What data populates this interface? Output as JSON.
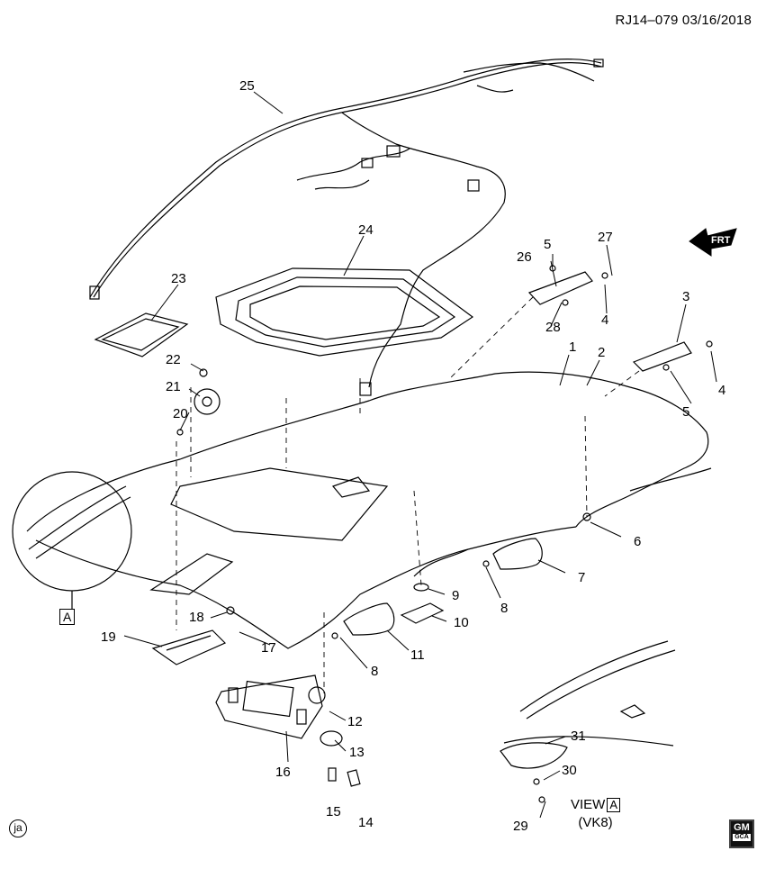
{
  "header": {
    "doc_id": "RJ14–079",
    "date": "03/16/2018"
  },
  "direction_label": "FRT",
  "detail_label": "A",
  "view_label": {
    "prefix": "VIEW",
    "box": "A",
    "code": "(VK8)"
  },
  "footer": {
    "left_mark": "ja",
    "logo_top": "GM",
    "logo_bottom": "GCA"
  },
  "callouts": [
    "1",
    "2",
    "3",
    "4",
    "4",
    "5",
    "5",
    "6",
    "7",
    "8",
    "8",
    "9",
    "10",
    "11",
    "12",
    "13",
    "14",
    "15",
    "16",
    "17",
    "18",
    "19",
    "20",
    "21",
    "22",
    "23",
    "24",
    "25",
    "26",
    "27",
    "28",
    "29",
    "30",
    "31"
  ],
  "colors": {
    "line": "#000000",
    "background": "#ffffff"
  }
}
